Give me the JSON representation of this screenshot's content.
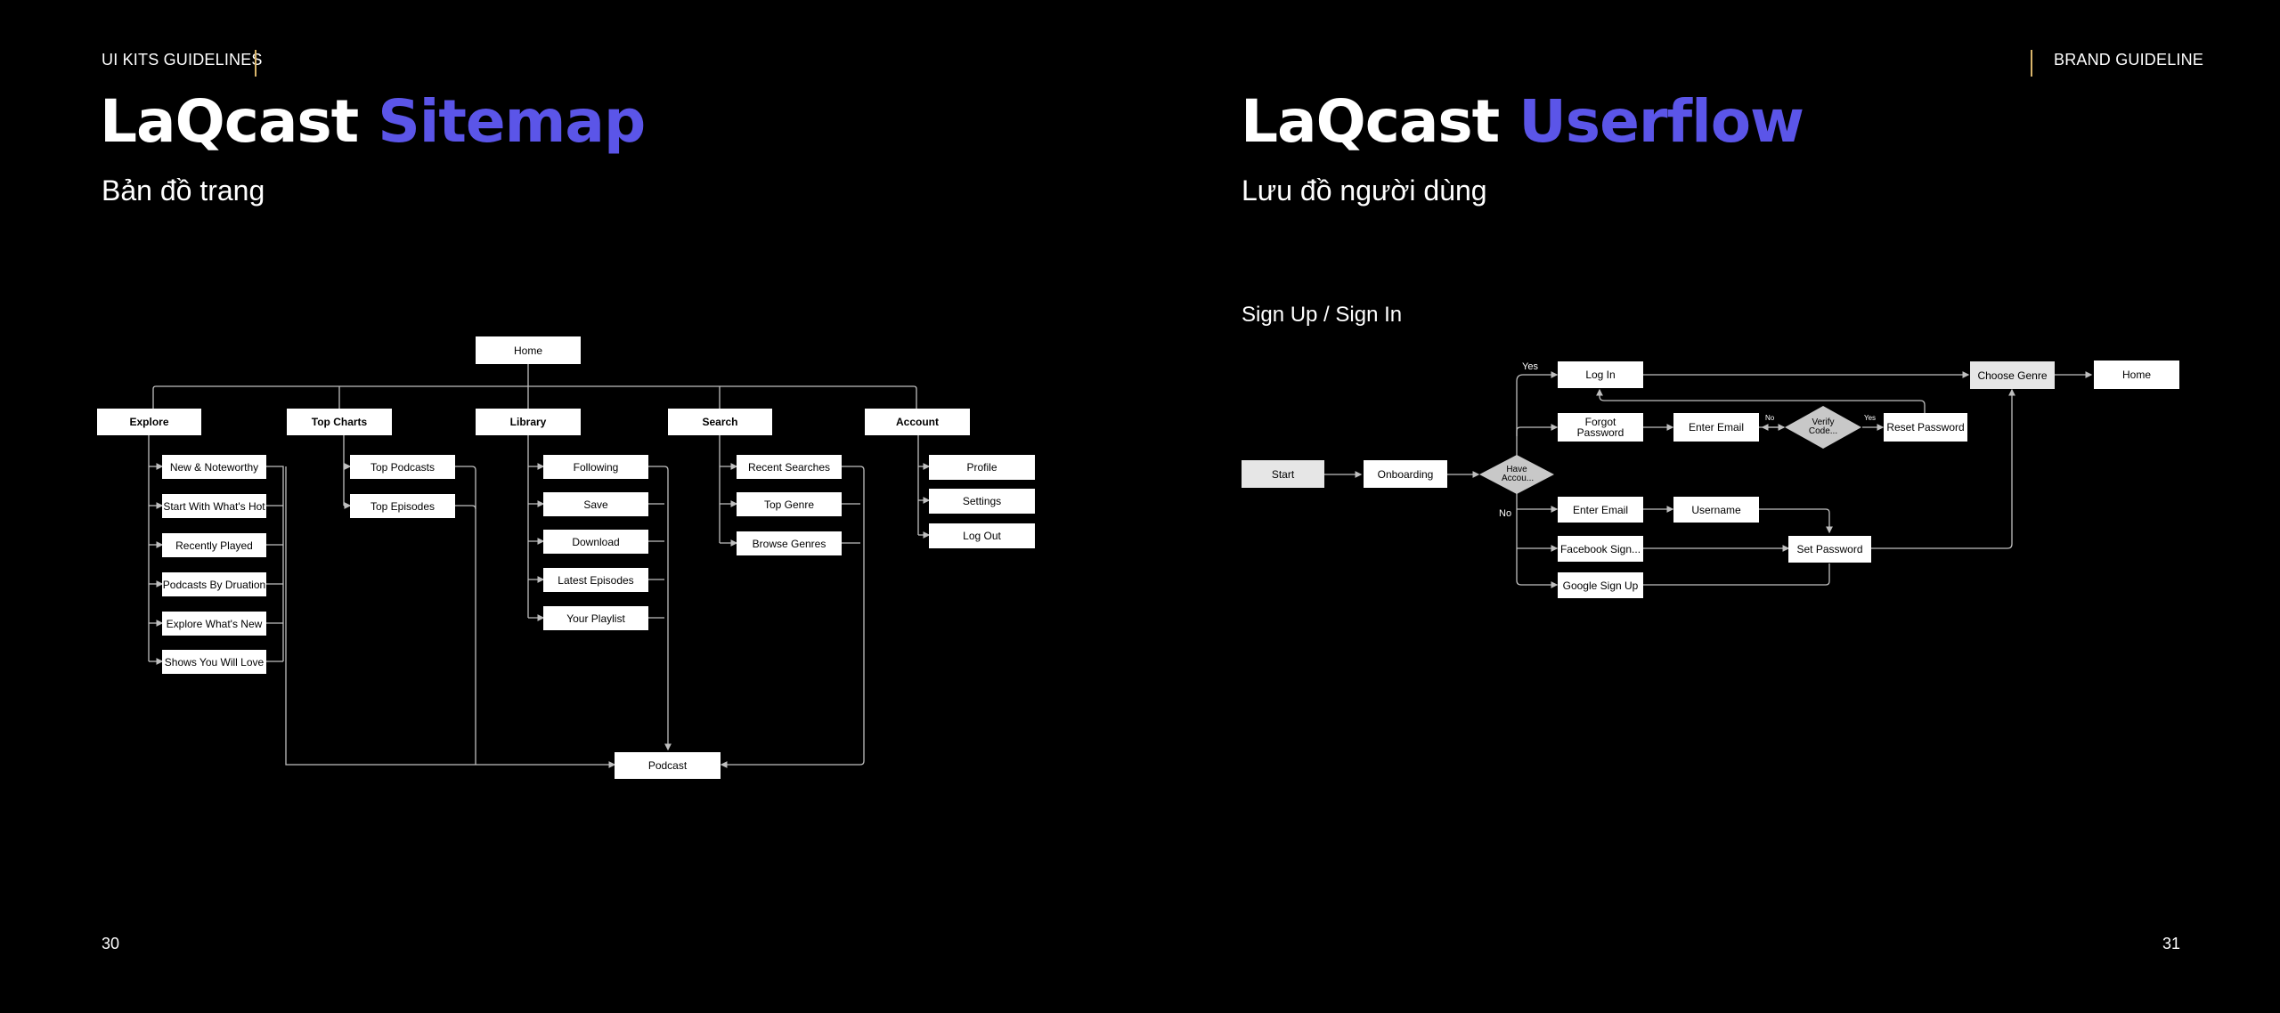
{
  "left_page": {
    "header": "UI KITS GUIDELINES",
    "title_main": "LaQcast",
    "title_accent": "Sitemap",
    "subtitle": "Bản đồ trang",
    "page_number": "30"
  },
  "right_page": {
    "header": "BRAND GUIDELINE",
    "title_main": "LaQcast",
    "title_accent": "Userflow",
    "subtitle": "Lưu đồ người dùng",
    "section_title": "Sign Up / Sign In",
    "page_number": "31"
  },
  "colors": {
    "background": "#000000",
    "accent": "#5b55e8",
    "header_bar": "#d9b56b",
    "node": "#ffffff",
    "node_grey": "#e6e6e6",
    "decision": "#c8c8c8",
    "line": "#bfbfbf"
  },
  "sitemap": {
    "root": "Home",
    "explore": {
      "label": "Explore",
      "children": [
        "New & Noteworthy",
        "Start With What's Hot",
        "Recently Played",
        "Podcasts By Druation",
        "Explore What's New",
        "Shows You Will Love"
      ]
    },
    "top_charts": {
      "label": "Top Charts",
      "children": [
        "Top Podcasts",
        "Top Episodes"
      ]
    },
    "library": {
      "label": "Library",
      "children": [
        "Following",
        "Save",
        "Download",
        "Latest Episodes",
        "Your Playlist"
      ]
    },
    "search": {
      "label": "Search",
      "children": [
        "Recent Searches",
        "Top Genre",
        "Browse Genres"
      ]
    },
    "account": {
      "label": "Account",
      "children": [
        "Profile",
        "Settings",
        "Log Out"
      ]
    },
    "target": "Podcast"
  },
  "userflow": {
    "start": "Start",
    "onboarding": "Onboarding",
    "decision_account": "Have Accou...",
    "log_in": "Log In",
    "forgot_password": "Forgot Password",
    "enter_email_forgot": "Enter Email",
    "decision_verify": "Verify Code...",
    "reset_password": "Reset Password",
    "choose_genre": "Choose Genre",
    "home": "Home",
    "enter_email_signup": "Enter Email",
    "username": "Username",
    "facebook_signup": "Facebook Sign...",
    "google_signup": "Google Sign Up",
    "set_password": "Set Password",
    "label_yes": "Yes",
    "label_no": "No"
  }
}
